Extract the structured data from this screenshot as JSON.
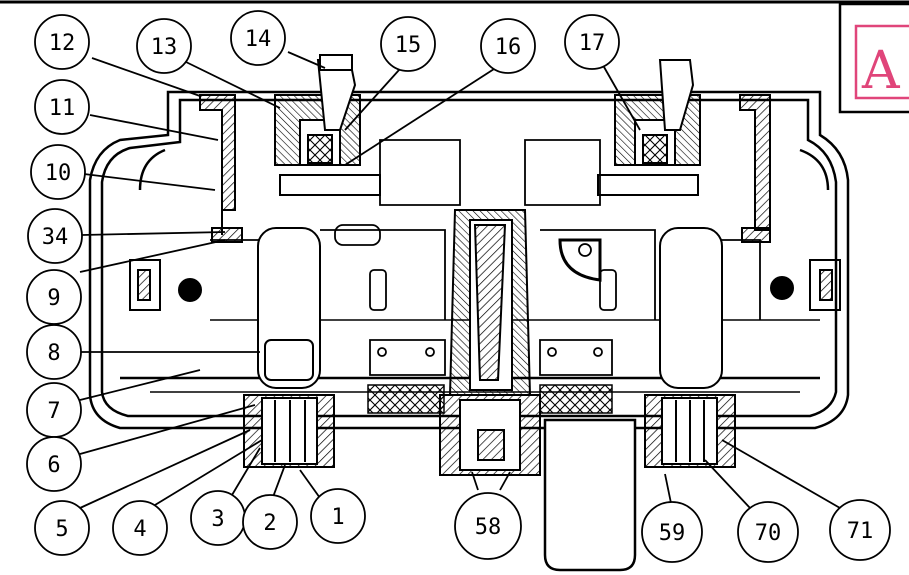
{
  "view_label": "A",
  "colors": {
    "line": "#000000",
    "background": "#ffffff",
    "view_label": "#e0457a",
    "hatch": "#000000"
  },
  "balloons": [
    {
      "id": "b12",
      "label": "12"
    },
    {
      "id": "b13",
      "label": "13"
    },
    {
      "id": "b14",
      "label": "14"
    },
    {
      "id": "b15",
      "label": "15"
    },
    {
      "id": "b16",
      "label": "16"
    },
    {
      "id": "b17",
      "label": "17"
    },
    {
      "id": "b11",
      "label": "11"
    },
    {
      "id": "b10",
      "label": "10"
    },
    {
      "id": "b34",
      "label": "34"
    },
    {
      "id": "b9",
      "label": "9"
    },
    {
      "id": "b8",
      "label": "8"
    },
    {
      "id": "b7",
      "label": "7"
    },
    {
      "id": "b6",
      "label": "6"
    },
    {
      "id": "b5",
      "label": "5"
    },
    {
      "id": "b4",
      "label": "4"
    },
    {
      "id": "b3",
      "label": "3"
    },
    {
      "id": "b2",
      "label": "2"
    },
    {
      "id": "b1",
      "label": "1"
    },
    {
      "id": "b58",
      "label": "58"
    },
    {
      "id": "b59",
      "label": "59"
    },
    {
      "id": "b70",
      "label": "70"
    },
    {
      "id": "b71",
      "label": "71"
    }
  ]
}
